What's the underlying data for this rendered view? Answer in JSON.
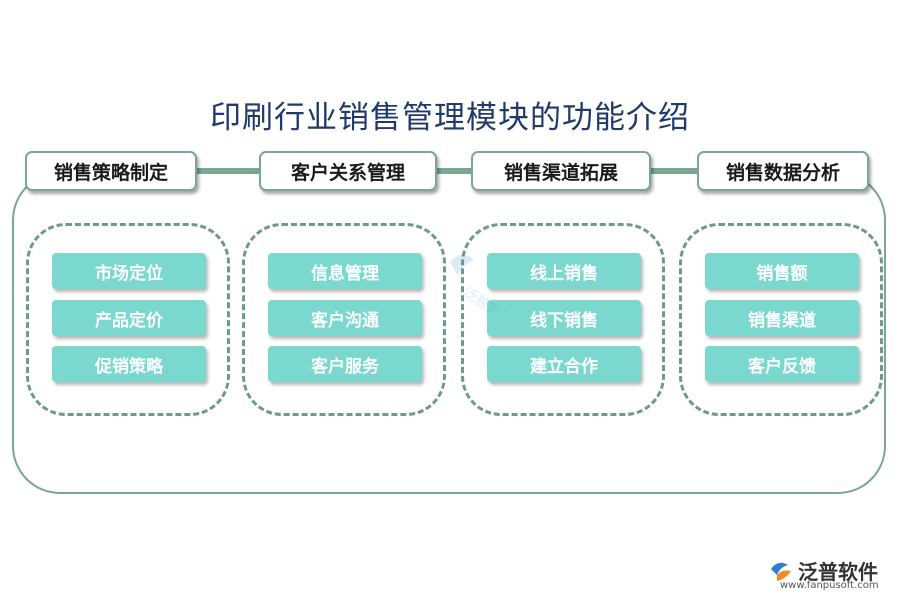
{
  "title": "印刷行业销售管理模块的功能介绍",
  "columns": [
    {
      "header": "销售策略制定",
      "items": [
        "市场定位",
        "产品定价",
        "促销策略"
      ]
    },
    {
      "header": "客户关系管理",
      "items": [
        "信息管理",
        "客户沟通",
        "客户服务"
      ]
    },
    {
      "header": "销售渠道拓展",
      "items": [
        "线上销售",
        "线下销售",
        "建立合作"
      ]
    },
    {
      "header": "销售数据分析",
      "items": [
        "销售额",
        "销售渠道",
        "客户反馈"
      ]
    }
  ],
  "brand": {
    "name": "泛普软件",
    "url": "www.fanpusoft.com",
    "watermark": "泛普软件"
  },
  "colors": {
    "frame": "#7aa793",
    "item_fill": "#7ad8cf",
    "title": "#1f3a6b"
  }
}
